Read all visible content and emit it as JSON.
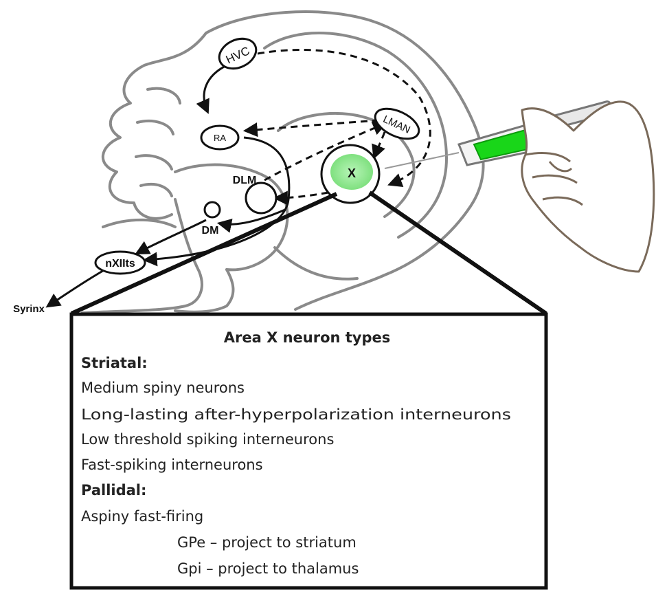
{
  "nuclei": {
    "hvc": "HVC",
    "ra": "RA",
    "lman": "LMAN",
    "x": "X",
    "dlm": "DLM",
    "dm": "DM",
    "nxiits": "nXIIts"
  },
  "outputs": {
    "syrinx": "Syrinx"
  },
  "info_box": {
    "title": "Area X neuron types",
    "striatal_heading": "Striatal:",
    "striatal_items": [
      "Medium spiny neurons",
      "Long-lasting after-hyperpolarization  interneurons",
      "Low threshold spiking interneurons",
      "Fast-spiking interneurons"
    ],
    "pallidal_heading": "Pallidal:",
    "pallidal_item": "Aspiny fast-firing",
    "pallidal_subitems": [
      "GPe – project to striatum",
      "Gpi – project to thalamus"
    ]
  },
  "colors": {
    "brain_outline": "#8a8a8a",
    "pathway": "#111111",
    "area_x_fill": "#7fe07f",
    "syringe_fluid": "#19d619",
    "hand_skin": "#ffffff"
  }
}
